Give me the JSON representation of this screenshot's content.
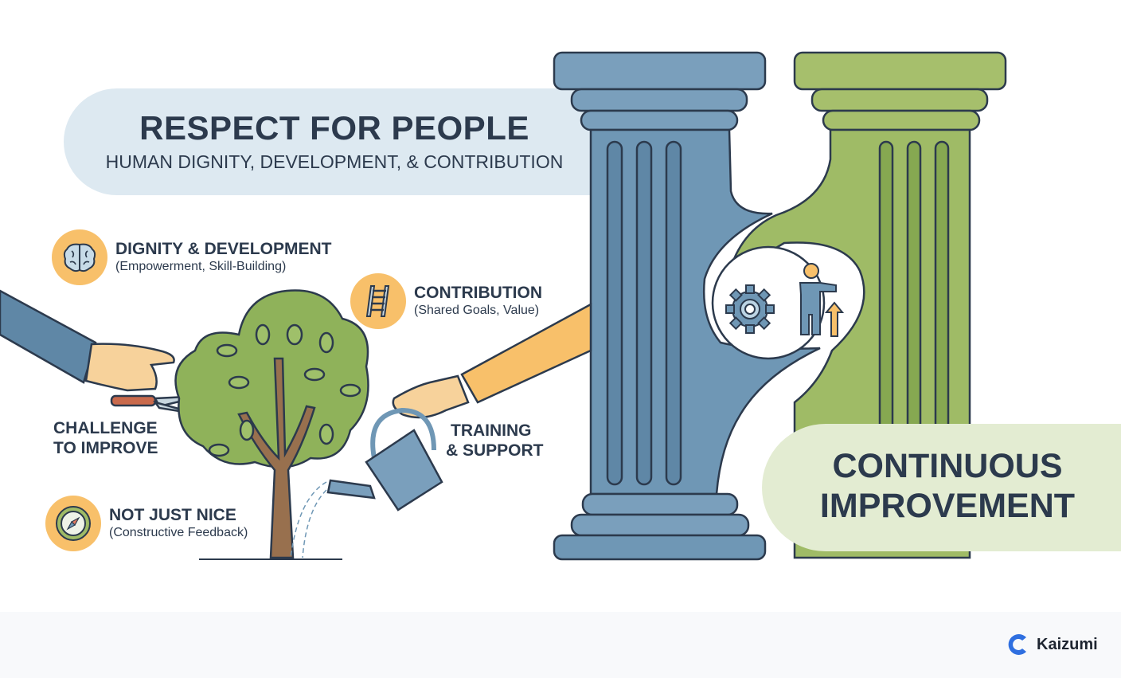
{
  "header": {
    "title": "RESPECT FOR PEOPLE",
    "subtitle": "HUMAN DIGNITY, DEVELOPMENT, & CONTRIBUTION"
  },
  "features": [
    {
      "title": "DIGNITY & DEVELOPMENT",
      "subtitle": "(Empowerment, Skill-Building)",
      "icon": "brain-icon"
    },
    {
      "title": "CONTRIBUTION",
      "subtitle": "(Shared Goals, Value)",
      "icon": "ladder-icon"
    },
    {
      "title": "NOT JUST NICE",
      "subtitle": "(Constructive Feedback)",
      "icon": "compass-icon"
    }
  ],
  "labels": {
    "challenge_line1": "CHALLENGE",
    "challenge_line2": "TO IMPROVE",
    "training_line1": "TRAINING",
    "training_line2": "& SUPPORT"
  },
  "pillar_right": {
    "title_line1": "CONTINUOUS",
    "title_line2": "IMPROVEMENT"
  },
  "colors": {
    "blue_pillar": "#6f97b5",
    "green_pillar": "#9fbb66",
    "accent_orange": "#f8c06a",
    "text_dark": "#2c3a4d",
    "brand_blue": "#2f6fe0"
  },
  "brand": {
    "name": "Kaizumi",
    "icon": "kaizumi-logo-icon"
  }
}
